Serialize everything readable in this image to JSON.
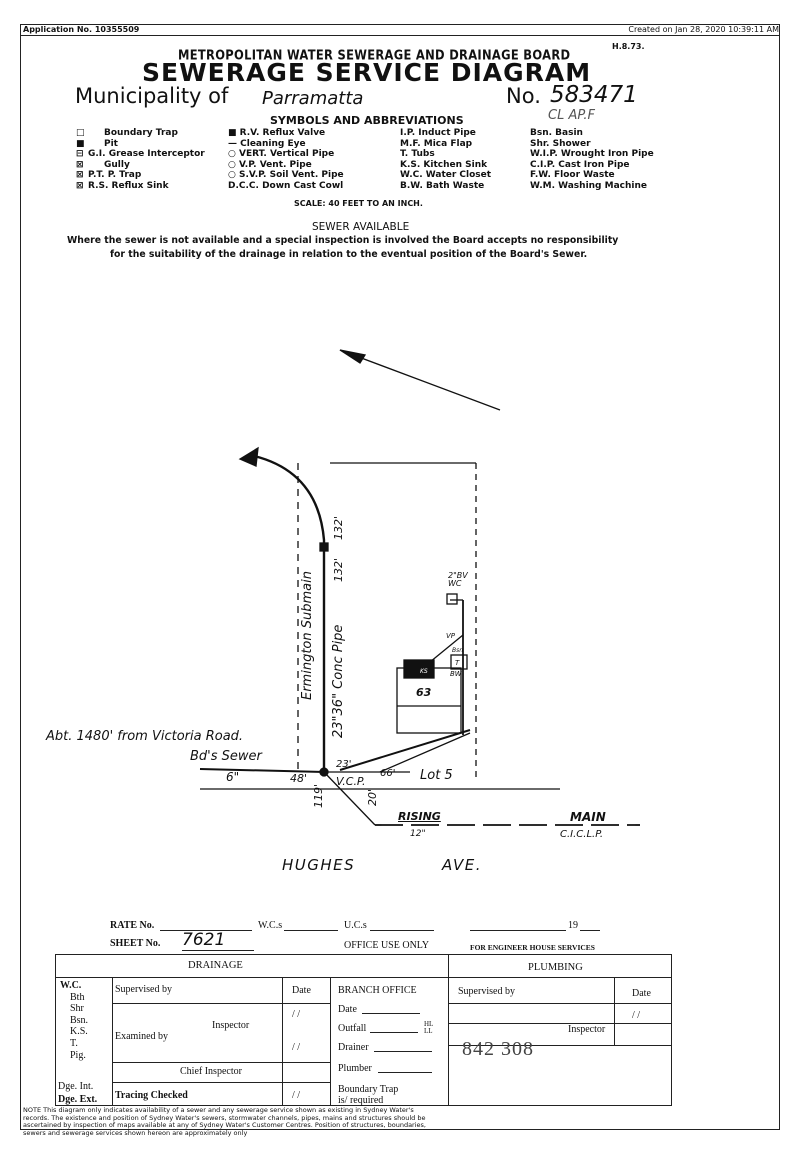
{
  "header": {
    "application_no": "Application No. 10355509",
    "created_on": "Created on Jan 28, 2020 10:39:11 AM",
    "corner_code": "H.8.73.",
    "board": "METROPOLITAN WATER SEWERAGE AND DRAINAGE BOARD",
    "title": "SEWERAGE SERVICE DIAGRAM",
    "municipality_label": "Municipality of",
    "municipality_value": "Parramatta",
    "number_label": "No.",
    "number_value": "583471",
    "handwritten_note": "CL AP.F"
  },
  "symbols": {
    "heading": "SYMBOLS AND ABBREVIATIONS",
    "col1_icons": [
      "□",
      "■",
      "⊟",
      "⊠",
      "⊠",
      "⊠"
    ],
    "col1": [
      "Boundary Trap",
      "Pit",
      "G.I. Grease Interceptor",
      "Gully",
      "P.T. P. Trap",
      "R.S. Reflux Sink"
    ],
    "col2": [
      "■ R.V.  Reflux Valve",
      "—  Cleaning Eye",
      "○ VERT.  Vertical Pipe",
      "○ V.P.  Vent. Pipe",
      "○ S.V.P.  Soil Vent. Pipe",
      "D.C.C.  Down Cast Cowl"
    ],
    "col3": [
      "I.P.  Induct Pipe",
      "M.F.  Mica Flap",
      "T.  Tubs",
      "K.S.  Kitchen Sink",
      "W.C.  Water Closet",
      "B.W.  Bath Waste"
    ],
    "col4": [
      "Bsn.  Basin",
      "Shr.  Shower",
      "W.I.P.  Wrought Iron Pipe",
      "C.I.P.  Cast Iron Pipe",
      "F.W.  Floor Waste",
      "W.M.  Washing Machine"
    ],
    "scale": "SCALE: 40 FEET TO AN INCH."
  },
  "notice": {
    "title": "SEWER AVAILABLE",
    "line1": "Where the sewer is not available and a special inspection is involved the Board accepts no responsibility",
    "line2": "for the suitability of the drainage in relation to the eventual position of the Board's Sewer."
  },
  "diagram": {
    "submain": "Ermington Submain",
    "conc_pipe": "23\"36\" Conc Pipe",
    "dim_132a": "132'",
    "dim_132b": "132'",
    "abt": "Abt. 1480' from Victoria Road.",
    "bds_sewer": "Bd's Sewer",
    "six_in": "6\"",
    "dim_48": "48'",
    "vcp": "V.C.P.",
    "dim_23": "23'",
    "dim_66": "66'",
    "lot": "Lot 5",
    "dim_119": "119'",
    "dim_20": "20'",
    "rising": "RISING",
    "rising_size": "12\"",
    "main": "MAIN",
    "main_size": "C.I.C.L.P.",
    "street1": "HUGHES",
    "street2": "AVE.",
    "house_no": "63",
    "bv_wc": "2\"BV WC",
    "vp": "VP",
    "bw": "BW",
    "t": "T",
    "basin": "Bsn",
    "ks": "KS"
  },
  "office": {
    "rate_label": "RATE No.",
    "wcs_label": "W.C.s",
    "ucs_label": "U.C.s",
    "year_label": "19",
    "sheet_label": "SHEET No.",
    "sheet_value": "7621",
    "office_use": "OFFICE USE ONLY",
    "for_engineer": "FOR ENGINEER HOUSE SERVICES",
    "drainage": "DRAINAGE",
    "plumbing": "PLUMBING",
    "fixtures": [
      "W.C.",
      "Bth",
      "Shr",
      "Bsn.",
      "K.S.",
      "T.",
      "Pig."
    ],
    "dge_int": "Dge. Int.",
    "dge_ext": "Dge. Ext.",
    "supervised_by": "Supervised by",
    "inspector": "Inspector",
    "examined_by": "Examined by",
    "chief_inspector": "Chief Inspector",
    "tracing_checked": "Tracing Checked",
    "date": "Date",
    "date_blank": "/ /",
    "branch_office": "BRANCH OFFICE",
    "date_line": "Date",
    "outfall": "Outfall",
    "hl": "HL",
    "ll": "LL",
    "drainer": "Drainer",
    "plumber": "Plumber",
    "boundary_trap": "Boundary Trap",
    "is_required": "is/ required",
    "plumb_supervised": "Supervised by",
    "plumb_inspector": "Inspector",
    "plumb_date": "Date",
    "stamp_number": "842 308"
  },
  "footer": {
    "note": "NOTE This diagram only indicates availability of a sewer and any sewerage service shown as existing in Sydney Water's records. The existence and position of Sydney Water's sewers, stormwater channels, pipes, mains and structures should be ascertained by inspection of maps available at any of Sydney Water's Customer Centres. Position of structures, boundaries, sewers and sewerage services shown hereon are approximately only"
  }
}
